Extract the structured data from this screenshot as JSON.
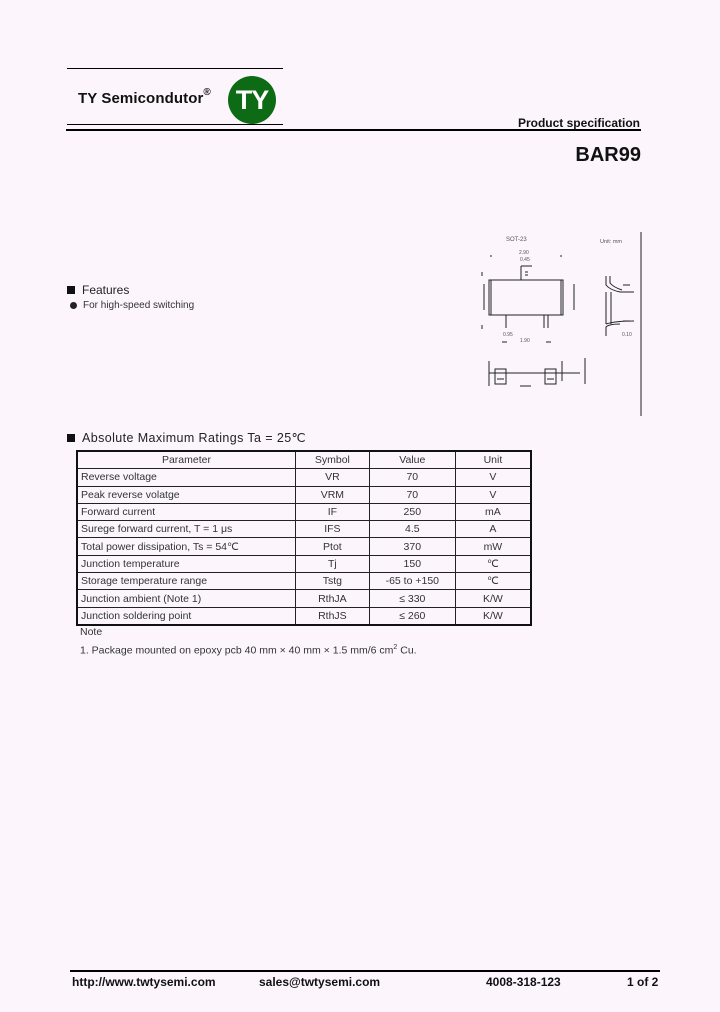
{
  "header": {
    "brand_name": "TY Semicondutor",
    "registered_mark": "®",
    "logo_text": "TY",
    "logo_color": "#0c6b14",
    "doc_type": "Product specification",
    "part_number": "BAR99"
  },
  "package_drawing": {
    "package_name": "SOT-23",
    "unit_label": "Unit: mm"
  },
  "features": {
    "title": "Features",
    "items": [
      "For high-speed switching"
    ]
  },
  "ratings": {
    "title": "Absolute Maximum Ratings Ta = 25℃",
    "columns": [
      "Parameter",
      "Symbol",
      "Value",
      "Unit"
    ],
    "rows": [
      {
        "parameter": "Reverse voltage",
        "symbol": "VR",
        "value": "70",
        "unit": "V"
      },
      {
        "parameter": "Peak reverse volatge",
        "symbol": "VRM",
        "value": "70",
        "unit": "V"
      },
      {
        "parameter": "Forward current",
        "symbol": "IF",
        "value": "250",
        "unit": "mA"
      },
      {
        "parameter": "Surege forward current, T = 1 μs",
        "symbol": "IFS",
        "value": "4.5",
        "unit": "A"
      },
      {
        "parameter": "Total power dissipation, Ts = 54℃",
        "symbol": "Ptot",
        "value": "370",
        "unit": "mW"
      },
      {
        "parameter": "Junction temperature",
        "symbol": "Tj",
        "value": "150",
        "unit": "℃"
      },
      {
        "parameter": "Storage temperature range",
        "symbol": "Tstg",
        "value": "-65 to +150",
        "unit": "℃"
      },
      {
        "parameter": "Junction ambient (Note 1)",
        "symbol": "RthJA",
        "value": "≤ 330",
        "unit": "K/W"
      },
      {
        "parameter": "Junction soldering point",
        "symbol": "RthJS",
        "value": "≤ 260",
        "unit": "K/W"
      }
    ]
  },
  "notes": {
    "heading": "Note",
    "items": [
      {
        "text": "1. Package mounted on epoxy pcb 40 mm × 40 mm × 1.5 mm/6 cm",
        "sup": "2",
        "tail": " Cu."
      }
    ]
  },
  "footer": {
    "website": "http://www.twtysemi.com",
    "email": "sales@twtysemi.com",
    "phone": "4008-318-123",
    "page": "1 of 2"
  }
}
